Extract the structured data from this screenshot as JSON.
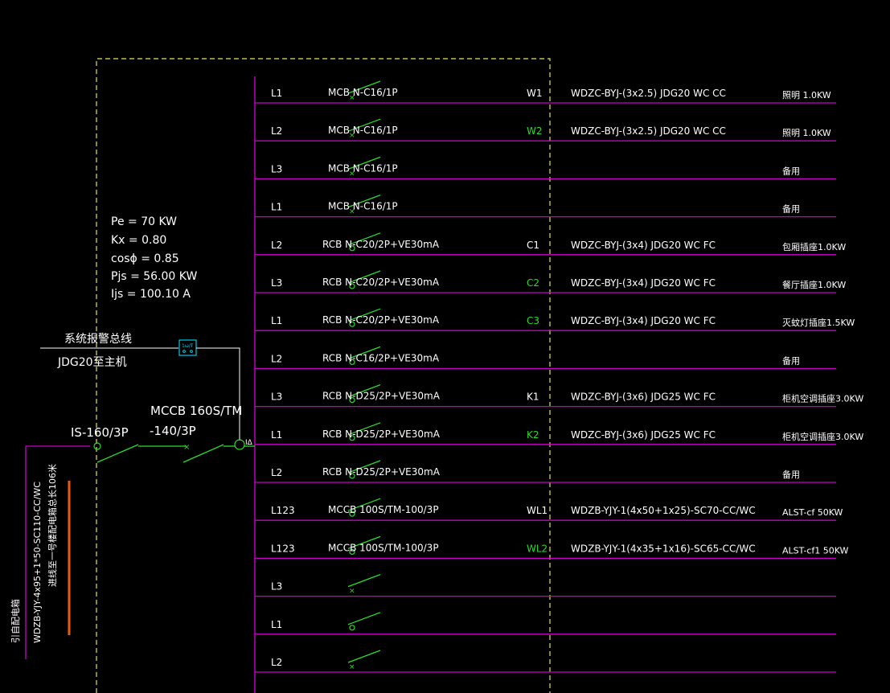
{
  "colors": {
    "background": "#000000",
    "bus": "#c800c8",
    "switch": "#2bdc2b",
    "frame": "#e6e64a",
    "text": "#ffffff",
    "label_green": "#2bdc2b",
    "cable_mark": "#e85a0a",
    "device_box": "#00c8e6"
  },
  "params": {
    "pe": "Pe = 70  KW",
    "kx": "Kx = 0.80",
    "cos": "cosϕ = 0.85",
    "pjs": "Pjs = 56.00  KW",
    "ijs": "Ijs = 100.10  A"
  },
  "alarm": {
    "line1": "系统报警总线",
    "line2": "JDG20至主机",
    "device": "1ω/T"
  },
  "incoming": {
    "isolator": "IS-160/3P",
    "mccb_line1": "MCCB 160S/TM",
    "mccb_line2": "-140/3P",
    "rcd_mark": "IΔ",
    "cable_line1": "引自配电箱",
    "cable_line2": "WDZB-YJY-4x95+1*50-SC110-CC/WC",
    "cable_line3": "进线至一号楼配电箱总长106米"
  },
  "circuits": [
    {
      "phase": "L1",
      "breaker": "MCB N-C16/1P",
      "code": "W1",
      "code_color": "white",
      "cable": "WDZC-BYJ-(3x2.5) JDG20  WC  CC",
      "load": "照明  1.0KW",
      "contact": "x"
    },
    {
      "phase": "L2",
      "breaker": "MCB N-C16/1P",
      "code": "W2",
      "code_color": "green",
      "cable": "WDZC-BYJ-(3x2.5) JDG20  WC  CC",
      "load": "照明  1.0KW",
      "contact": "x"
    },
    {
      "phase": "L3",
      "breaker": "MCB N-C16/1P",
      "code": "",
      "code_color": "white",
      "cable": "",
      "load": "备用",
      "contact": "x"
    },
    {
      "phase": "L1",
      "breaker": "MCB N-C16/1P",
      "code": "",
      "code_color": "white",
      "cable": "",
      "load": "备用",
      "contact": "x"
    },
    {
      "phase": "L2",
      "breaker": "RCB N-C20/2P+VE30mA",
      "code": "C1",
      "code_color": "white",
      "cable": "WDZC-BYJ-(3x4) JDG20  WC  FC",
      "load": "包厢插座1.0KW",
      "contact": "o"
    },
    {
      "phase": "L3",
      "breaker": "RCB N-C20/2P+VE30mA",
      "code": "C2",
      "code_color": "green",
      "cable": "WDZC-BYJ-(3x4) JDG20  WC  FC",
      "load": "餐厅插座1.0KW",
      "contact": "o"
    },
    {
      "phase": "L1",
      "breaker": "RCB N-C20/2P+VE30mA",
      "code": "C3",
      "code_color": "green",
      "cable": "WDZC-BYJ-(3x4) JDG20  WC  FC",
      "load": "灭蚊灯插座1.5KW",
      "contact": "o"
    },
    {
      "phase": "L2",
      "breaker": "RCB N-C16/2P+VE30mA",
      "code": "",
      "code_color": "white",
      "cable": "",
      "load": "备用",
      "contact": "o"
    },
    {
      "phase": "L3",
      "breaker": "RCB N-D25/2P+VE30mA",
      "code": "K1",
      "code_color": "white",
      "cable": "WDZC-BYJ-(3x6) JDG25  WC  FC",
      "load": "柜机空调插座3.0KW",
      "contact": "o"
    },
    {
      "phase": "L1",
      "breaker": "RCB N-D25/2P+VE30mA",
      "code": "K2",
      "code_color": "green",
      "cable": "WDZC-BYJ-(3x6) JDG25  WC  FC",
      "load": "柜机空调插座3.0KW",
      "contact": "o"
    },
    {
      "phase": "L2",
      "breaker": "RCB N-D25/2P+VE30mA",
      "code": "",
      "code_color": "white",
      "cable": "",
      "load": "备用",
      "contact": "o"
    },
    {
      "phase": "L123",
      "breaker": "MCCB 100S/TM-100/3P",
      "code": "WL1",
      "code_color": "white",
      "cable": "WDZB-YJY-1(4x50+1x25)-SC70-CC/WC",
      "load": "ALST-cf 50KW",
      "contact": "o"
    },
    {
      "phase": "L123",
      "breaker": "MCCB 100S/TM-100/3P",
      "code": "WL2",
      "code_color": "green",
      "cable": "WDZB-YJY-1(4x35+1x16)-SC65-CC/WC",
      "load": "ALST-cf1 50KW",
      "contact": "o"
    },
    {
      "phase": "L3",
      "breaker": "",
      "code": "",
      "code_color": "white",
      "cable": "",
      "load": "",
      "contact": "x"
    },
    {
      "phase": "L1",
      "breaker": "",
      "code": "",
      "code_color": "white",
      "cable": "",
      "load": "",
      "contact": "o"
    },
    {
      "phase": "L2",
      "breaker": "",
      "code": "",
      "code_color": "white",
      "cable": "",
      "load": "",
      "contact": "x"
    }
  ]
}
